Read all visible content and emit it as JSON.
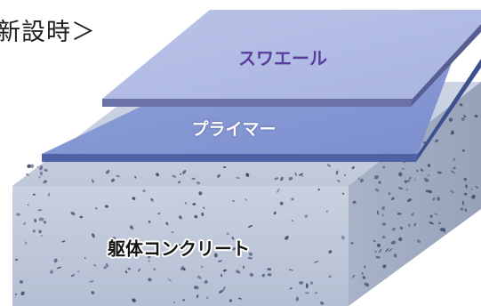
{
  "heading": "新設時＞",
  "layers": {
    "top": {
      "label": "スワエール"
    },
    "middle": {
      "label": "プライマー"
    },
    "base": {
      "label": "躯体コンクリート"
    }
  }
}
